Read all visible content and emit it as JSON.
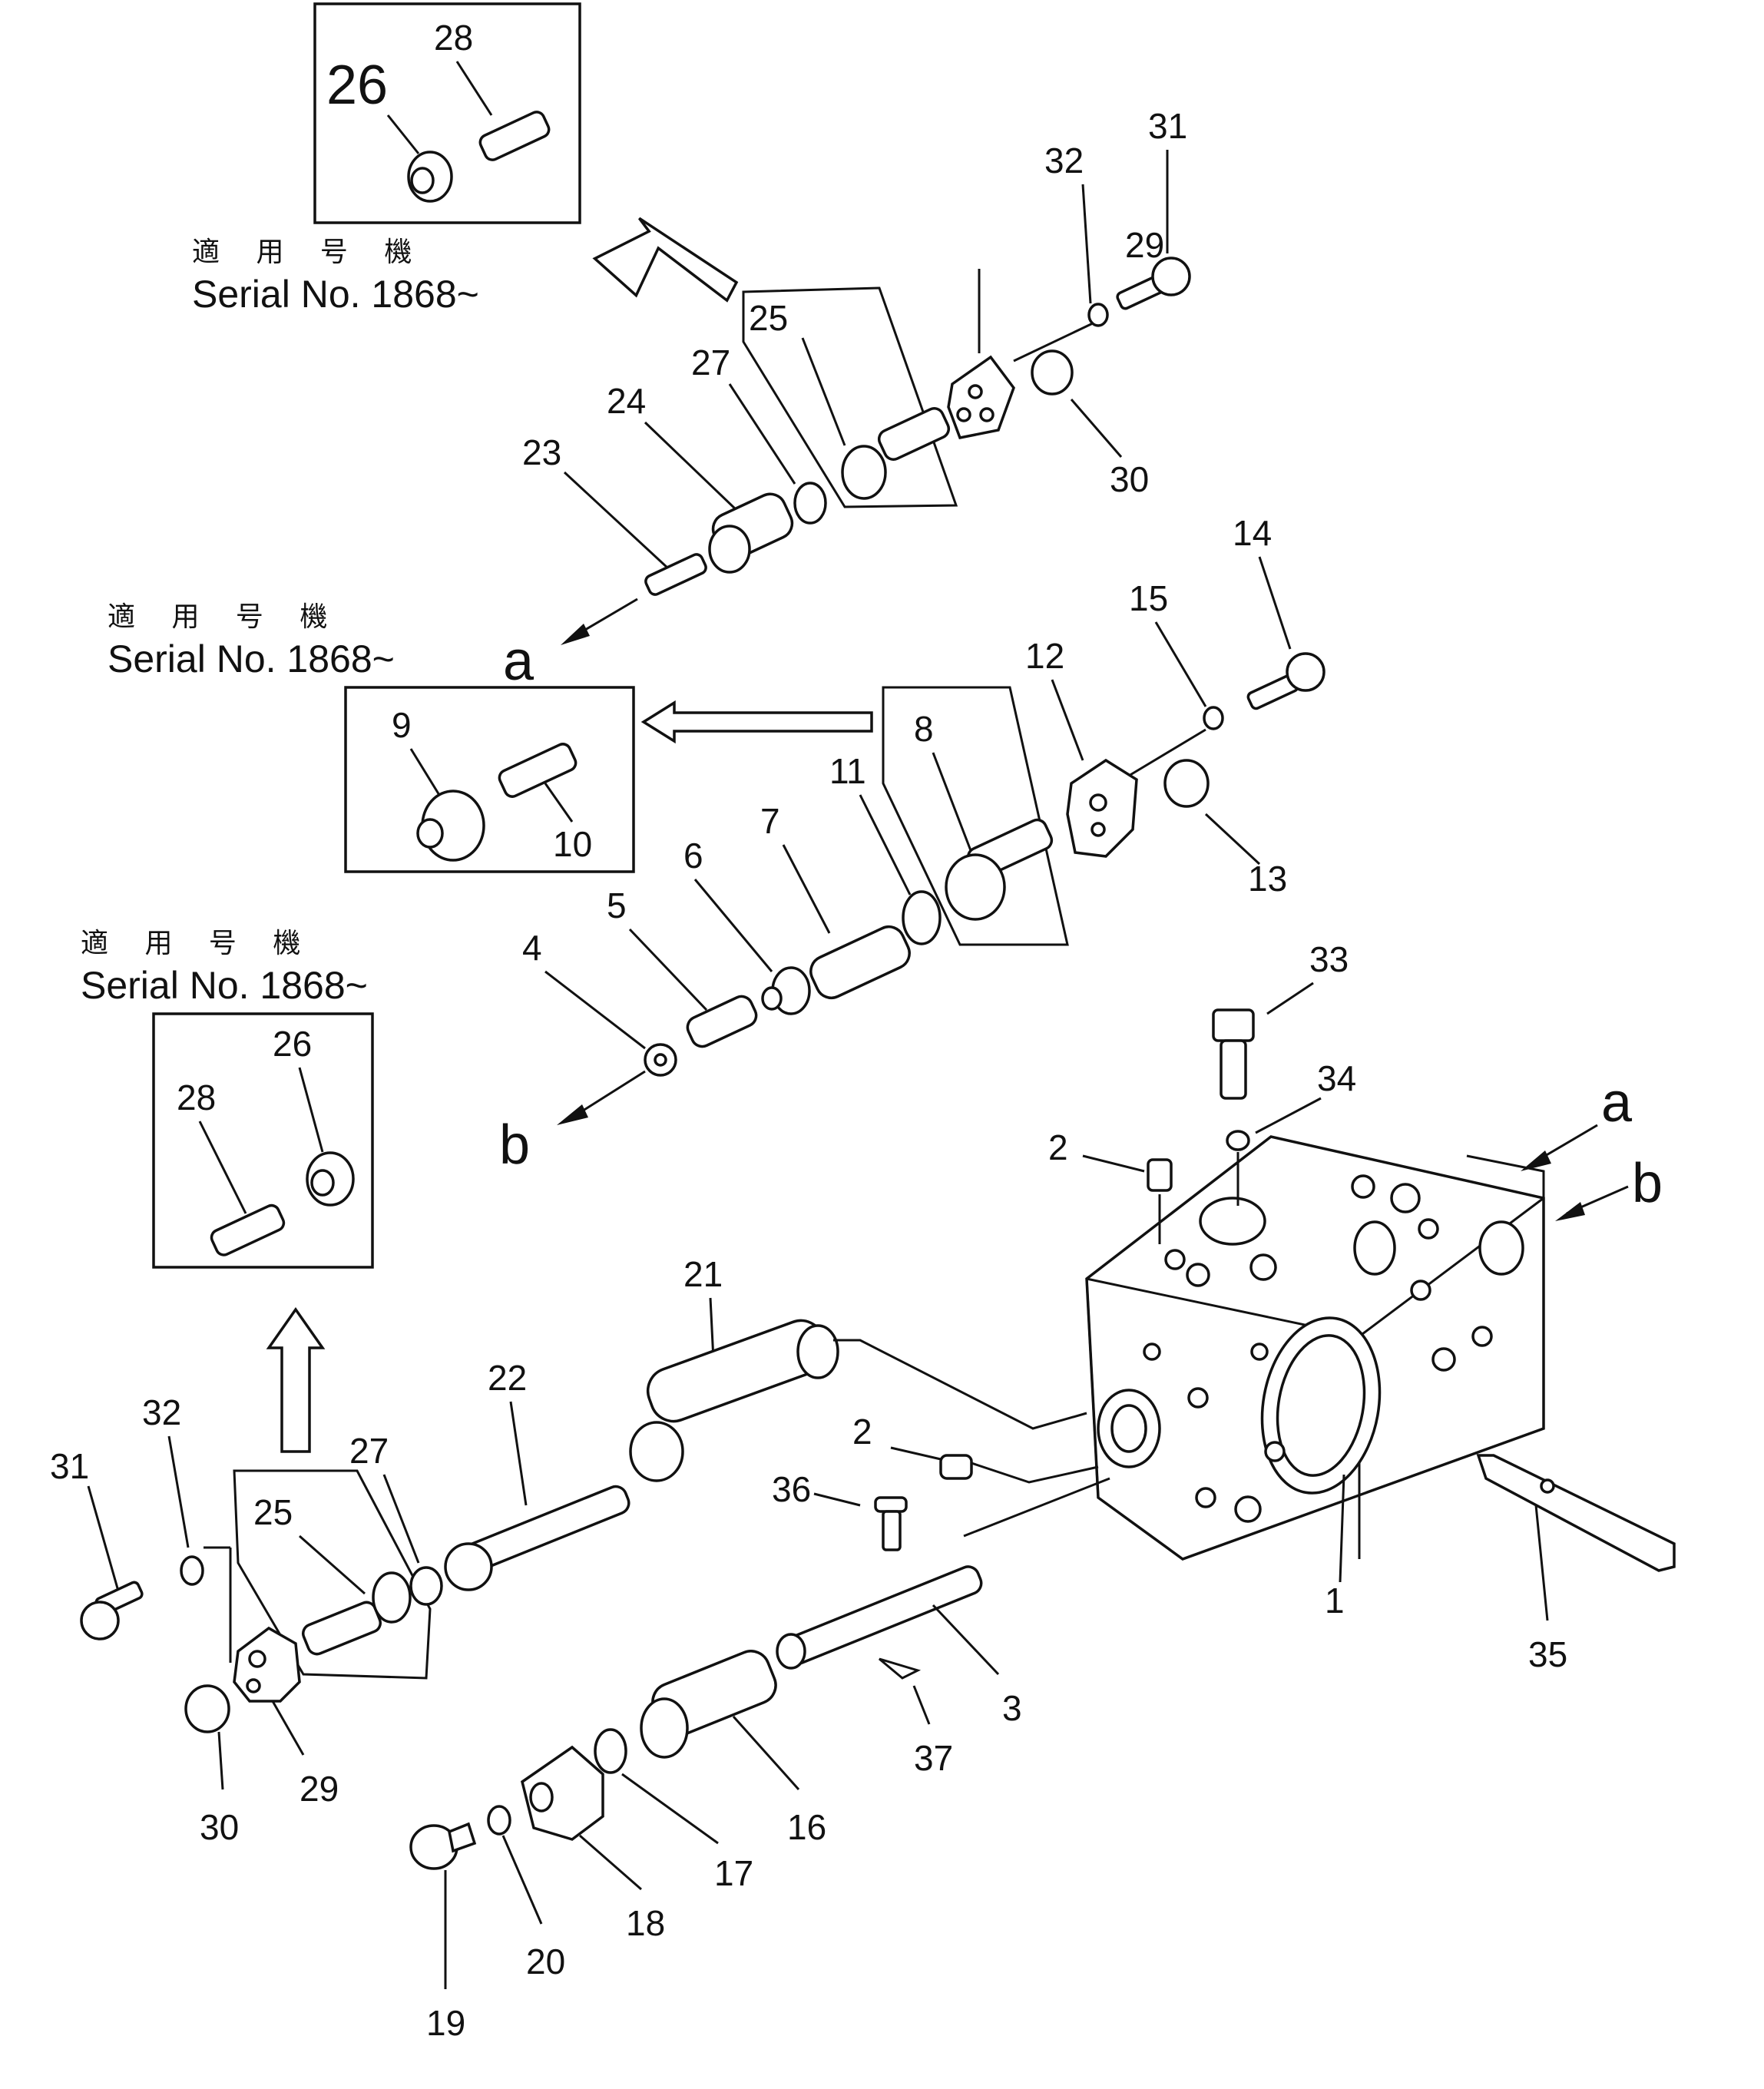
{
  "serial_notes": [
    {
      "jp": "適 用 号 機",
      "serial": "Serial No. 1868~"
    },
    {
      "jp": "適 用 号 機",
      "serial": "Serial No. 1868~"
    },
    {
      "jp": "適 用 号 機",
      "serial": "Serial No. 1868~"
    }
  ],
  "letters": {
    "a": "a",
    "b": "b"
  },
  "callouts": {
    "c1": "1",
    "c2a": "2",
    "c2b": "2",
    "c3": "3",
    "c4": "4",
    "c5": "5",
    "c6": "6",
    "c7": "7",
    "c8": "8",
    "c9": "9",
    "c10": "10",
    "c11": "11",
    "c12": "12",
    "c13": "13",
    "c14": "14",
    "c15": "15",
    "c16": "16",
    "c17": "17",
    "c18": "18",
    "c19": "19",
    "c20": "20",
    "c21": "21",
    "c22": "22",
    "c23": "23",
    "c24": "24",
    "c25a": "25",
    "c25b": "25",
    "c26a": "26",
    "c26b": "26",
    "c27a": "27",
    "c27b": "27",
    "c28a": "28",
    "c28b": "28",
    "c29a": "29",
    "c29b": "29",
    "c30a": "30",
    "c30b": "30",
    "c31a": "31",
    "c31b": "31",
    "c32a": "32",
    "c32b": "32",
    "c33": "33",
    "c34": "34",
    "c35": "35",
    "c36": "36",
    "c37": "37"
  }
}
